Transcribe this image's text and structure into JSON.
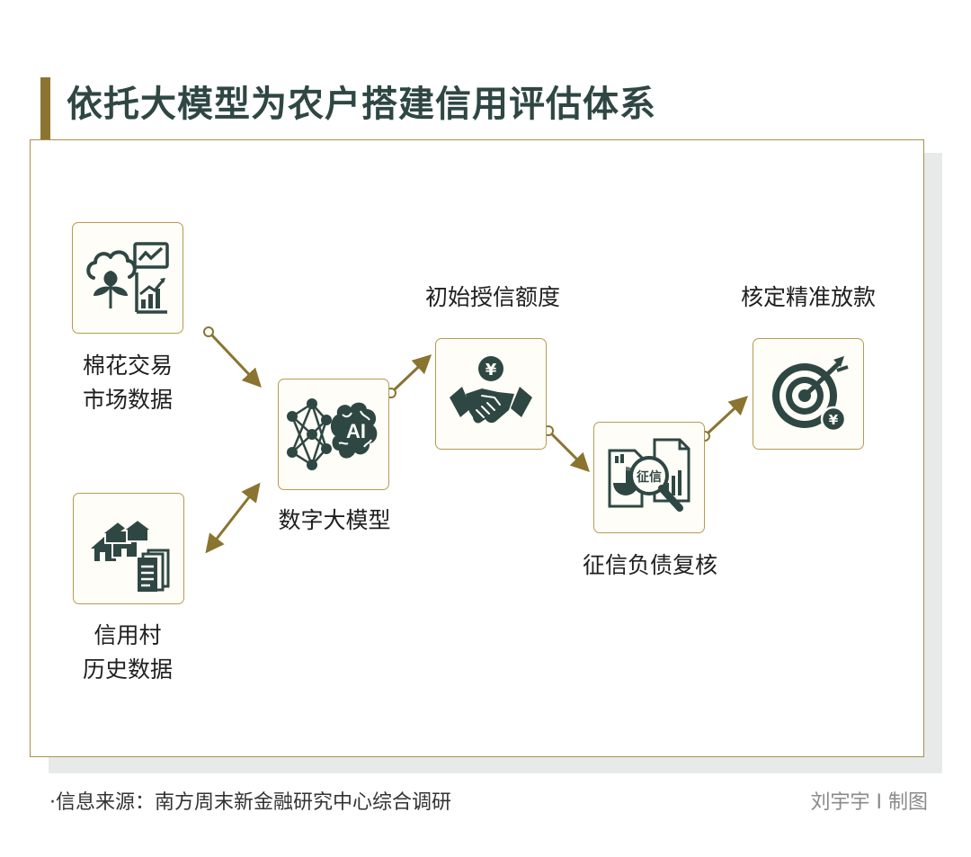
{
  "title": "依托大模型为农户搭建信用评估体系",
  "nodes": {
    "cotton": {
      "line1": "棉花交易",
      "line2": "市场数据"
    },
    "village": {
      "line1": "信用村",
      "line2": "历史数据"
    },
    "model": {
      "label": "数字大模型"
    },
    "credit_line": {
      "label": "初始授信额度"
    },
    "review": {
      "label": "征信负债复核",
      "icon_text": "征信"
    },
    "loan": {
      "label": "核定精准放款"
    }
  },
  "icons": {
    "model_icon_text": "AI",
    "yen_symbol": "¥"
  },
  "footer": {
    "source": "·信息来源：南方周末新金融研究中心综合调研",
    "credit": "刘宇宇 I 制图"
  },
  "colors": {
    "accent": "#8a7430",
    "icon": "#2f4743",
    "border": "#b89a52"
  }
}
